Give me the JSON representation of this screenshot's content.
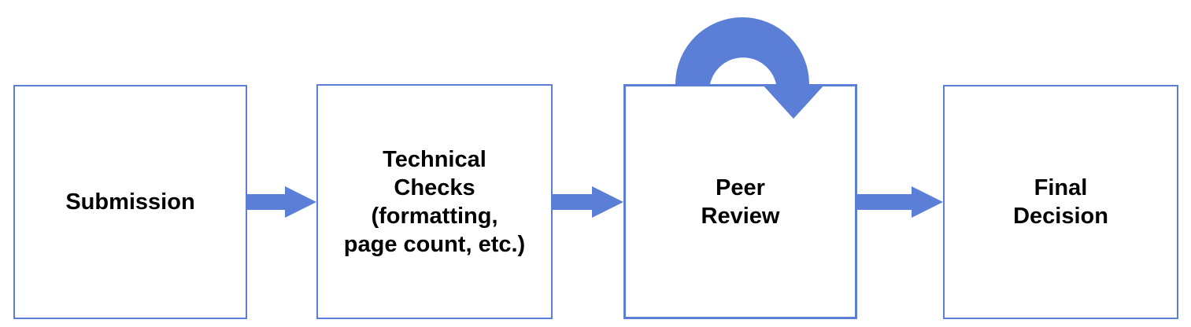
{
  "colors": {
    "accent": "#5b7fd6",
    "box_fill": "#ffffff",
    "text": "#000000"
  },
  "steps": [
    {
      "label": "Submission"
    },
    {
      "label": "Technical\nChecks\n(formatting,\npage count, etc.)"
    },
    {
      "label": "Peer\nReview"
    },
    {
      "label": "Final\nDecision"
    }
  ],
  "connections": [
    {
      "from": "Submission",
      "to": "Technical Checks (formatting, page count, etc.)"
    },
    {
      "from": "Technical Checks (formatting, page count, etc.)",
      "to": "Peer Review"
    },
    {
      "from": "Peer Review",
      "to": "Final Decision"
    },
    {
      "from": "Peer Review",
      "to": "Peer Review"
    }
  ]
}
